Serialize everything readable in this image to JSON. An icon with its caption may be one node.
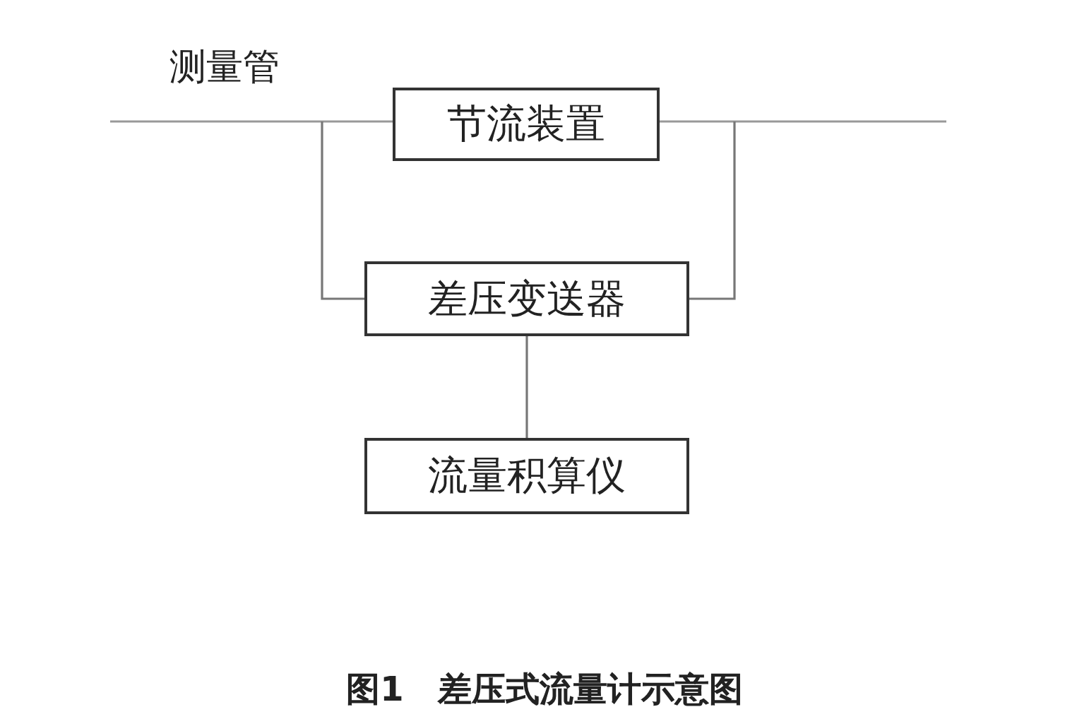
{
  "diagram": {
    "caption": "图1　差压式流量计示意图",
    "nodes": [
      {
        "text": [
          "节流装置"
        ]
      },
      {
        "text": [
          "差压变送器"
        ]
      },
      {
        "text": [
          "流量积算仪"
        ]
      }
    ],
    "edges": [
      {
        "from": null,
        "to": 1,
        "arrow": "none"
      },
      {
        "from": null,
        "to": 1,
        "arrow": "none"
      },
      {
        "from": 1,
        "to": 2,
        "arrow": "none"
      }
    ],
    "labels": [
      "测量管"
    ]
  }
}
